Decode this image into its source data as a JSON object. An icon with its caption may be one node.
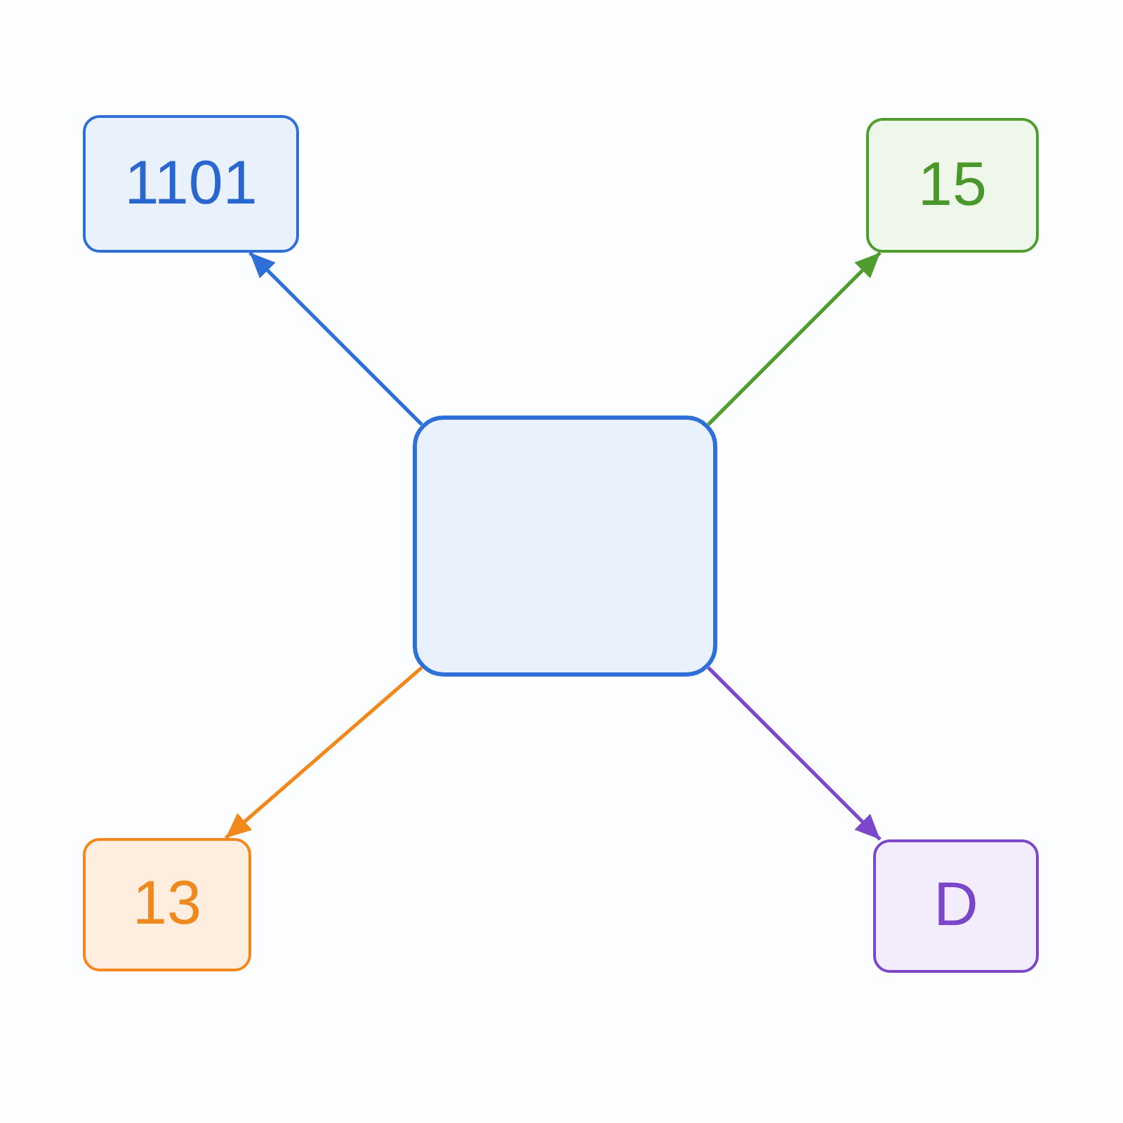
{
  "diagram": {
    "nodes": [
      {
        "text": [
          "1101"
        ]
      },
      {
        "text": [
          "15"
        ]
      },
      {
        "text": [],
        "shape": "box"
      },
      {
        "text": [
          "13"
        ]
      },
      {
        "text": [
          "D"
        ]
      }
    ],
    "edges": [
      {
        "from": 2,
        "to": 0,
        "arrow": "to",
        "color": "#2f6fd8"
      },
      {
        "from": 2,
        "to": 1,
        "arrow": "to",
        "color": "#4f9d2f"
      },
      {
        "from": 2,
        "to": 3,
        "arrow": "to",
        "color": "#f2871c"
      },
      {
        "from": 2,
        "to": 4,
        "arrow": "to",
        "color": "#7c48c9"
      }
    ]
  }
}
